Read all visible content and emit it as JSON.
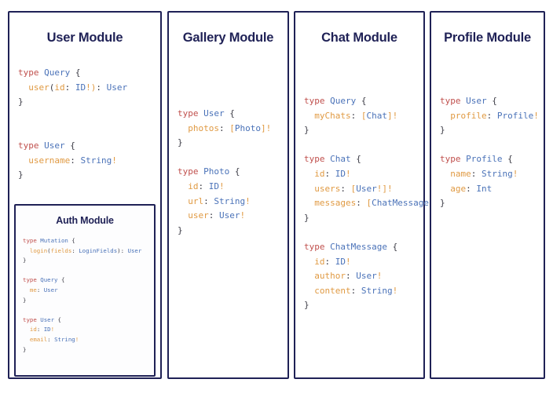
{
  "page": {
    "background": "#ffffff",
    "border_color": "#1f2156",
    "title_color": "#1f2156"
  },
  "syntax_colors": {
    "keyword": "#c0504d",
    "type_name": "#4a72b8",
    "field_name": "#e09a43",
    "punctuation": "#3c3c46"
  },
  "modules": [
    {
      "id": "user-module",
      "title": "User Module",
      "code_lines": [
        [
          {
            "t": "type ",
            "c": "kw"
          },
          {
            "t": "Query",
            "c": "type"
          },
          {
            "t": " {",
            "c": "punc"
          }
        ],
        [
          {
            "t": "  user",
            "c": "field"
          },
          {
            "t": "(",
            "c": "punc"
          },
          {
            "t": "id",
            "c": "field"
          },
          {
            "t": ": ",
            "c": "punc"
          },
          {
            "t": "ID",
            "c": "type"
          },
          {
            "t": "!)",
            "c": "field"
          },
          {
            "t": ": ",
            "c": "punc"
          },
          {
            "t": "User",
            "c": "type"
          }
        ],
        [
          {
            "t": "}",
            "c": "punc"
          }
        ],
        [],
        [],
        [
          {
            "t": "type ",
            "c": "kw"
          },
          {
            "t": "User",
            "c": "type"
          },
          {
            "t": " {",
            "c": "punc"
          }
        ],
        [
          {
            "t": "  username",
            "c": "field"
          },
          {
            "t": ": ",
            "c": "punc"
          },
          {
            "t": "String",
            "c": "type"
          },
          {
            "t": "!",
            "c": "field"
          }
        ],
        [
          {
            "t": "}",
            "c": "punc"
          }
        ]
      ],
      "nested": {
        "id": "auth-module",
        "title": "Auth Module",
        "code_lines": [
          [
            {
              "t": "type ",
              "c": "kw"
            },
            {
              "t": "Mutation",
              "c": "type"
            },
            {
              "t": " {",
              "c": "punc"
            }
          ],
          [
            {
              "t": "  login",
              "c": "field"
            },
            {
              "t": "(",
              "c": "punc"
            },
            {
              "t": "fields",
              "c": "field"
            },
            {
              "t": ": ",
              "c": "punc"
            },
            {
              "t": "LoginFields",
              "c": "type"
            },
            {
              "t": ")",
              "c": "punc"
            },
            {
              "t": ": ",
              "c": "punc"
            },
            {
              "t": "User",
              "c": "type"
            }
          ],
          [
            {
              "t": "}",
              "c": "punc"
            }
          ],
          [],
          [
            {
              "t": "type ",
              "c": "kw"
            },
            {
              "t": "Query",
              "c": "type"
            },
            {
              "t": " {",
              "c": "punc"
            }
          ],
          [
            {
              "t": "  me",
              "c": "field"
            },
            {
              "t": ": ",
              "c": "punc"
            },
            {
              "t": "User",
              "c": "type"
            }
          ],
          [
            {
              "t": "}",
              "c": "punc"
            }
          ],
          [],
          [
            {
              "t": "type ",
              "c": "kw"
            },
            {
              "t": "User",
              "c": "type"
            },
            {
              "t": " {",
              "c": "punc"
            }
          ],
          [
            {
              "t": "  id",
              "c": "field"
            },
            {
              "t": ": ",
              "c": "punc"
            },
            {
              "t": "ID",
              "c": "type"
            },
            {
              "t": "!",
              "c": "field"
            }
          ],
          [
            {
              "t": "  email",
              "c": "field"
            },
            {
              "t": ": ",
              "c": "punc"
            },
            {
              "t": "String",
              "c": "type"
            },
            {
              "t": "!",
              "c": "field"
            }
          ],
          [
            {
              "t": "}",
              "c": "punc"
            }
          ]
        ]
      }
    },
    {
      "id": "gallery-module",
      "title": "Gallery Module",
      "code_lines": [
        [
          {
            "t": "type ",
            "c": "kw"
          },
          {
            "t": "User",
            "c": "type"
          },
          {
            "t": " {",
            "c": "punc"
          }
        ],
        [
          {
            "t": "  photos",
            "c": "field"
          },
          {
            "t": ": ",
            "c": "punc"
          },
          {
            "t": "[",
            "c": "field"
          },
          {
            "t": "Photo",
            "c": "type"
          },
          {
            "t": "]!",
            "c": "field"
          }
        ],
        [
          {
            "t": "}",
            "c": "punc"
          }
        ],
        [],
        [
          {
            "t": "type ",
            "c": "kw"
          },
          {
            "t": "Photo",
            "c": "type"
          },
          {
            "t": " {",
            "c": "punc"
          }
        ],
        [
          {
            "t": "  id",
            "c": "field"
          },
          {
            "t": ": ",
            "c": "punc"
          },
          {
            "t": "ID",
            "c": "type"
          },
          {
            "t": "!",
            "c": "field"
          }
        ],
        [
          {
            "t": "  url",
            "c": "field"
          },
          {
            "t": ": ",
            "c": "punc"
          },
          {
            "t": "String",
            "c": "type"
          },
          {
            "t": "!",
            "c": "field"
          }
        ],
        [
          {
            "t": "  user",
            "c": "field"
          },
          {
            "t": ": ",
            "c": "punc"
          },
          {
            "t": "User",
            "c": "type"
          },
          {
            "t": "!",
            "c": "field"
          }
        ],
        [
          {
            "t": "}",
            "c": "punc"
          }
        ]
      ]
    },
    {
      "id": "chat-module",
      "title": "Chat Module",
      "code_lines": [
        [
          {
            "t": "type ",
            "c": "kw"
          },
          {
            "t": "Query",
            "c": "type"
          },
          {
            "t": " {",
            "c": "punc"
          }
        ],
        [
          {
            "t": "  myChats",
            "c": "field"
          },
          {
            "t": ": ",
            "c": "punc"
          },
          {
            "t": "[",
            "c": "field"
          },
          {
            "t": "Chat",
            "c": "type"
          },
          {
            "t": "]!",
            "c": "field"
          }
        ],
        [
          {
            "t": "}",
            "c": "punc"
          }
        ],
        [],
        [
          {
            "t": "type ",
            "c": "kw"
          },
          {
            "t": "Chat",
            "c": "type"
          },
          {
            "t": " {",
            "c": "punc"
          }
        ],
        [
          {
            "t": "  id",
            "c": "field"
          },
          {
            "t": ": ",
            "c": "punc"
          },
          {
            "t": "ID",
            "c": "type"
          },
          {
            "t": "!",
            "c": "field"
          }
        ],
        [
          {
            "t": "  users",
            "c": "field"
          },
          {
            "t": ": ",
            "c": "punc"
          },
          {
            "t": "[",
            "c": "field"
          },
          {
            "t": "User",
            "c": "type"
          },
          {
            "t": "!]!",
            "c": "field"
          }
        ],
        [
          {
            "t": "  messages",
            "c": "field"
          },
          {
            "t": ": ",
            "c": "punc"
          },
          {
            "t": "[",
            "c": "field"
          },
          {
            "t": "ChatMessage",
            "c": "type"
          },
          {
            "t": "]!",
            "c": "field"
          }
        ],
        [
          {
            "t": "}",
            "c": "punc"
          }
        ],
        [],
        [
          {
            "t": "type ",
            "c": "kw"
          },
          {
            "t": "ChatMessage",
            "c": "type"
          },
          {
            "t": " {",
            "c": "punc"
          }
        ],
        [
          {
            "t": "  id",
            "c": "field"
          },
          {
            "t": ": ",
            "c": "punc"
          },
          {
            "t": "ID",
            "c": "type"
          },
          {
            "t": "!",
            "c": "field"
          }
        ],
        [
          {
            "t": "  author",
            "c": "field"
          },
          {
            "t": ": ",
            "c": "punc"
          },
          {
            "t": "User",
            "c": "type"
          },
          {
            "t": "!",
            "c": "field"
          }
        ],
        [
          {
            "t": "  content",
            "c": "field"
          },
          {
            "t": ": ",
            "c": "punc"
          },
          {
            "t": "String",
            "c": "type"
          },
          {
            "t": "!",
            "c": "field"
          }
        ],
        [
          {
            "t": "}",
            "c": "punc"
          }
        ]
      ]
    },
    {
      "id": "profile-module",
      "title": "Profile Module",
      "code_lines": [
        [
          {
            "t": "type ",
            "c": "kw"
          },
          {
            "t": "User",
            "c": "type"
          },
          {
            "t": " {",
            "c": "punc"
          }
        ],
        [
          {
            "t": "  profile",
            "c": "field"
          },
          {
            "t": ": ",
            "c": "punc"
          },
          {
            "t": "Profile",
            "c": "type"
          },
          {
            "t": "!",
            "c": "field"
          }
        ],
        [
          {
            "t": "}",
            "c": "punc"
          }
        ],
        [],
        [
          {
            "t": "type ",
            "c": "kw"
          },
          {
            "t": "Profile",
            "c": "type"
          },
          {
            "t": " {",
            "c": "punc"
          }
        ],
        [
          {
            "t": "  name",
            "c": "field"
          },
          {
            "t": ": ",
            "c": "punc"
          },
          {
            "t": "String",
            "c": "type"
          },
          {
            "t": "!",
            "c": "field"
          }
        ],
        [
          {
            "t": "  age",
            "c": "field"
          },
          {
            "t": ": ",
            "c": "punc"
          },
          {
            "t": "Int",
            "c": "type"
          }
        ],
        [
          {
            "t": "}",
            "c": "punc"
          }
        ]
      ]
    }
  ]
}
